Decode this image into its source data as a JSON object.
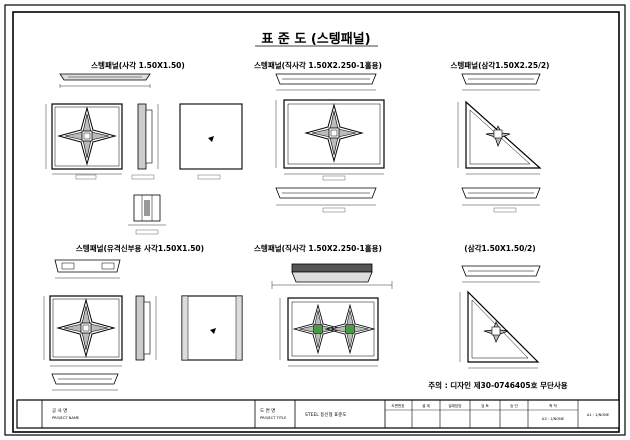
{
  "sheet": {
    "title": "표 준 도 (스텡패널)",
    "note": "주의 : 디자인 제30-0746405호 무단사용",
    "views": [
      {
        "label": "스텡패널(사각 1.50X1.50)"
      },
      {
        "label": "스텡패널(직사각 1.50X2.250-1홀용)"
      },
      {
        "label": "스텡패널(삼각1.50X2.25/2)"
      },
      {
        "label": "스텡패널(유격신부용 사각1.50X1.50)"
      },
      {
        "label": "스텡패널(직사각 1.50X2.250-1홀용)"
      },
      {
        "label": "(삼각1.50X1.50/2)"
      }
    ],
    "title_block": {
      "left_label_kr": "공 사 명",
      "left_label_en": "PROJECT NAME",
      "mid_label_kr": "도 면 명",
      "mid_label_en": "PROJECT TITLE",
      "mid_value": "STEEL 등신형 표준도",
      "small_cells": [
        "도면번호",
        "설 계",
        "설계담당",
        "검 토",
        "승 인",
        "축 척"
      ],
      "scale_value": "A3 : 1/NONE",
      "last_cell": "A1 : 1/NONE"
    }
  }
}
